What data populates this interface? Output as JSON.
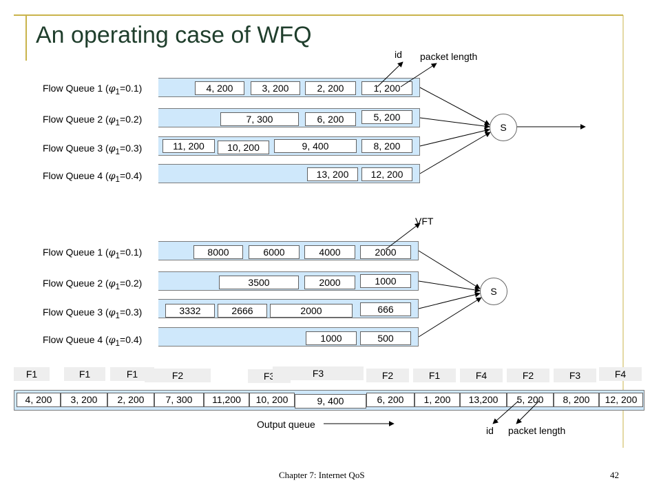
{
  "title": "An operating case of WFQ",
  "queue_labels": {
    "q1": {
      "pre": "Flow Queue 1 (",
      "sym": "φ",
      "sub": "1",
      "post": "=0.1)"
    },
    "q2": {
      "pre": "Flow Queue 2 (",
      "sym": "φ",
      "sub": "1",
      "post": "=0.2)"
    },
    "q3": {
      "pre": "Flow Queue 3 (",
      "sym": "φ",
      "sub": "1",
      "post": "=0.3)"
    },
    "q4": {
      "pre": "Flow Queue 4 (",
      "sym": "φ",
      "sub": "1",
      "post": "=0.4)"
    }
  },
  "top": {
    "id_label": "id",
    "length_label": "packet length",
    "server": "S",
    "q1": [
      "4, 200",
      "3, 200",
      "2, 200",
      "1, 200"
    ],
    "q2": [
      "7, 300",
      "6, 200",
      "5, 200"
    ],
    "q3": [
      "11, 200",
      "10, 200",
      "9, 400",
      "8, 200"
    ],
    "q4": [
      "13, 200",
      "12, 200"
    ]
  },
  "bottom": {
    "vft_label": "VFT",
    "server": "S",
    "q1": [
      "8000",
      "6000",
      "4000",
      "2000"
    ],
    "q2": [
      "3500",
      "2000",
      "1000"
    ],
    "q3": [
      "3332",
      "2666",
      "2000",
      "666"
    ],
    "q4": [
      "1000",
      "500"
    ]
  },
  "output": {
    "flows": [
      "F1",
      "F1",
      "F1",
      "F2",
      "F3",
      "F3",
      "F2",
      "F1",
      "F4",
      "F2",
      "F3",
      "F4"
    ],
    "packets": [
      "4, 200",
      "3, 200",
      "2, 200",
      "7, 300",
      "11,200",
      "10, 200",
      "9, 400",
      "6, 200",
      "1, 200",
      "13,200",
      "5, 200",
      "8, 200",
      "12, 200"
    ],
    "queue_label": "Output queue",
    "id_label": "id",
    "length_label": "packet length"
  },
  "footer": {
    "chapter": "Chapter 7: Internet QoS",
    "page": "42"
  },
  "colors": {
    "queue_fill": "#cfe8fb",
    "title": "#1f3e2c",
    "frame_line": "#c9b34a"
  }
}
